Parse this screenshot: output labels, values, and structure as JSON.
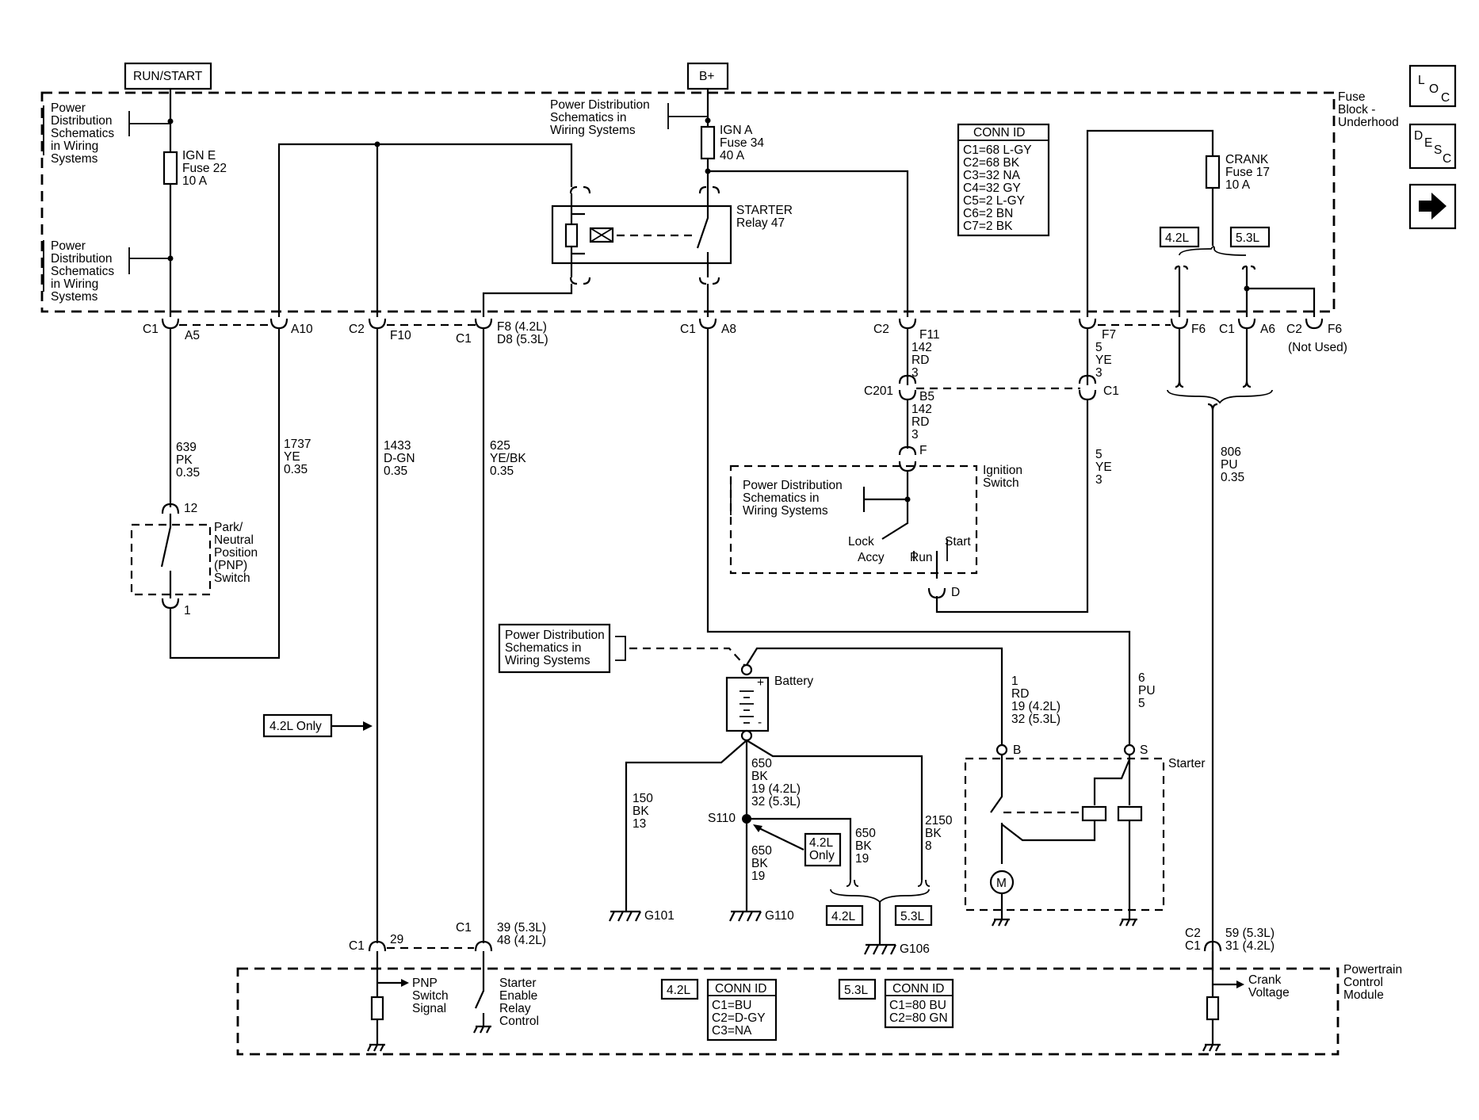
{
  "sources": {
    "run_start": "RUN/START",
    "b_plus": "B+"
  },
  "nav": {
    "loc": [
      "L",
      "O",
      "C"
    ],
    "desc": [
      "D",
      "E",
      "S",
      "C"
    ]
  },
  "fuse_block": {
    "label": [
      "Fuse",
      "Block -",
      "Underhood"
    ]
  },
  "pds": {
    "a": [
      "Power",
      "Distribution",
      "Schematics",
      "in Wiring",
      "Systems"
    ],
    "b": [
      "Power",
      "Distribution",
      "Schematics",
      "in Wiring",
      "Systems"
    ],
    "c": [
      "Power Distribution",
      "Schematics in",
      "Wiring Systems"
    ],
    "d": [
      "Power Distribution",
      "Schematics in",
      "Wiring Systems"
    ],
    "e": [
      "Power Distribution",
      "Schematics in",
      "Wiring Systems"
    ]
  },
  "fuses": {
    "ign_e": [
      "IGN E",
      "Fuse 22",
      "10 A"
    ],
    "ign_a": [
      "IGN A",
      "Fuse 34",
      "40 A"
    ],
    "crank": [
      "CRANK",
      "Fuse 17",
      "10 A"
    ]
  },
  "relay": [
    "STARTER",
    "Relay 47"
  ],
  "conn_table": {
    "title": "CONN ID",
    "rows": [
      "C1=68 L-GY",
      "C2=68 BK",
      "C3=32 NA",
      "C4=32 GY",
      "C5=2 L-GY",
      "C6=2 BN",
      "C7=2 BK"
    ]
  },
  "engine_tags": {
    "l42": "4.2L",
    "l53": "5.3L"
  },
  "connectors": {
    "a5": {
      "c": "C1",
      "pin": "A5"
    },
    "a10": {
      "pin": "A10"
    },
    "f10": {
      "c": "C2",
      "pin": "F10"
    },
    "f8": {
      "c": "C1",
      "pin": [
        "F8 (4.2L)",
        "D8 (5.3L)"
      ]
    },
    "a8": {
      "c": "C1",
      "pin": "A8"
    },
    "f11": {
      "c": "C2",
      "pin": [
        "F11",
        "142",
        "RD",
        "3"
      ]
    },
    "f7": {
      "pin": [
        "F7",
        "5",
        "YE",
        "3"
      ]
    },
    "f6a": {
      "pin": "F6"
    },
    "a6": {
      "c": "C1",
      "pin": "A6"
    },
    "f6b": {
      "c": "C2",
      "pin": "F6",
      "note": "(Not Used)"
    },
    "c201": {
      "c": "C201",
      "pin": [
        "B5",
        "142",
        "RD",
        "3"
      ],
      "right": "C1"
    },
    "ign_f": "F",
    "ign_d": "D"
  },
  "wires": {
    "w639": [
      "639",
      "PK",
      "0.35"
    ],
    "w1737": [
      "1737",
      "YE",
      "0.35"
    ],
    "w1433": [
      "1433",
      "D-GN",
      "0.35"
    ],
    "w625": [
      "625",
      "YE/BK",
      "0.35"
    ],
    "w5ye": [
      "5",
      "YE",
      "3"
    ],
    "w806": [
      "806",
      "PU",
      "0.35"
    ],
    "w1rd": [
      "1",
      "RD",
      "19 (4.2L)",
      "32 (5.3L)"
    ],
    "w6pu": [
      "6",
      "PU",
      "5"
    ],
    "w650a": [
      "650",
      "BK",
      "19 (4.2L)",
      "32 (5.3L)"
    ],
    "w150": [
      "150",
      "BK",
      "13"
    ],
    "w650b": [
      "650",
      "BK",
      "19"
    ],
    "w650c": [
      "650",
      "BK",
      "19"
    ],
    "w2150": [
      "2150",
      "BK",
      "8"
    ]
  },
  "pnp_switch": {
    "pins": {
      "top": "12",
      "bottom": "1"
    },
    "label": [
      "Park/",
      "Neutral",
      "Position",
      "(PNP)",
      "Switch"
    ]
  },
  "ignition_switch": {
    "label": [
      "Ignition",
      "Switch"
    ],
    "positions": {
      "lock": "Lock",
      "accy": "Accy",
      "run": "Run",
      "start": "Start"
    }
  },
  "battery": "Battery",
  "starter": {
    "label": "Starter",
    "b": "B",
    "s": "S",
    "motor": "M"
  },
  "splice": "S110",
  "only_tags": {
    "l42_only": "4.2L Only",
    "l42_only2": [
      "4.2L",
      "Only"
    ]
  },
  "grounds": {
    "g101": "G101",
    "g110": "G110",
    "g106": "G106"
  },
  "pcm": {
    "label": [
      "Powertrain",
      "Control",
      "Module"
    ],
    "pin29": {
      "c": "C1",
      "pin": "29"
    },
    "pin39": {
      "c": "C1",
      "pin": [
        "39 (5.3L)",
        "48 (4.2L)"
      ]
    },
    "pin59": {
      "c": [
        "C2",
        "C1"
      ],
      "pin": [
        "59 (5.3L)",
        "31 (4.2L)"
      ]
    },
    "pnp_signal": [
      "PNP",
      "Switch",
      "Signal"
    ],
    "starter_enable": [
      "Starter",
      "Enable",
      "Relay",
      "Control"
    ],
    "crank_voltage": [
      "Crank",
      "Voltage"
    ],
    "conn42": {
      "title": "CONN ID",
      "rows": [
        "C1=BU",
        "C2=D-GY",
        "C3=NA"
      ]
    },
    "conn53": {
      "title": "CONN ID",
      "rows": [
        "C1=80 BU",
        "C2=80 GN"
      ]
    }
  }
}
